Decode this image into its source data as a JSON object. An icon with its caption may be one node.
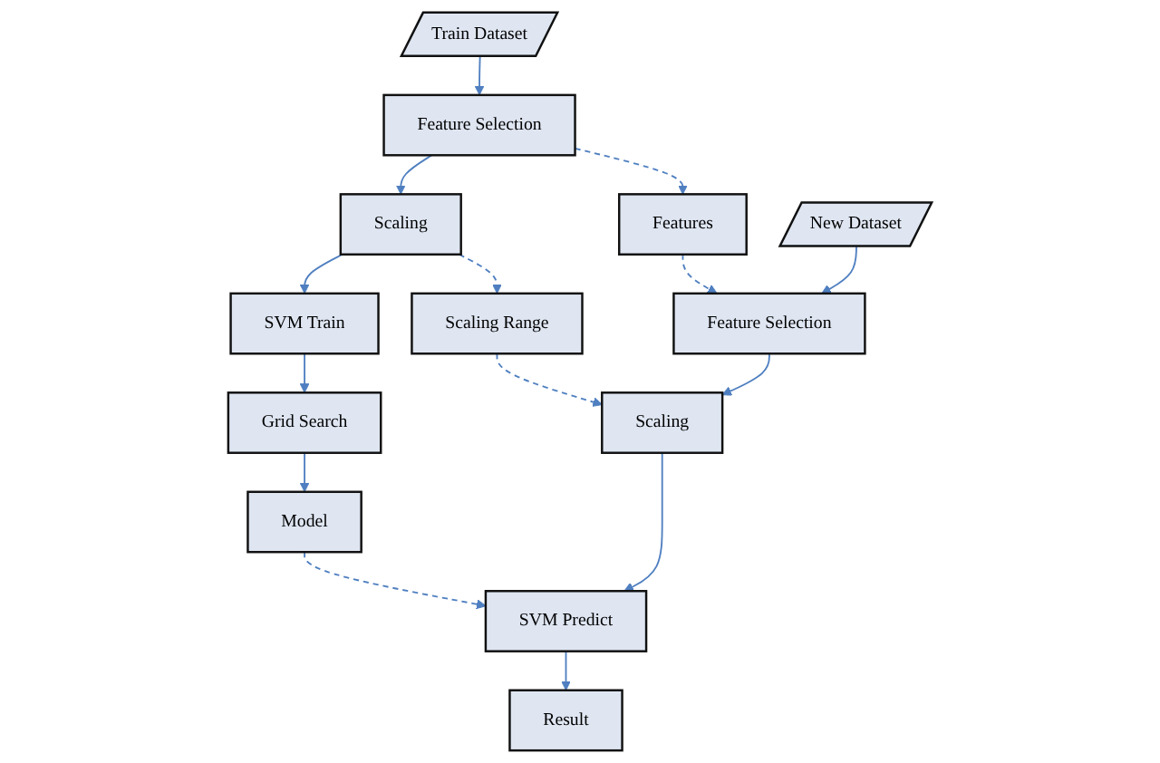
{
  "diagram": {
    "nodes": [
      {
        "text": [
          "Train Dataset"
        ]
      },
      {
        "text": [
          "Feature Selection"
        ]
      },
      {
        "text": [
          "Scaling"
        ]
      },
      {
        "text": [
          "SVM Train"
        ]
      },
      {
        "text": [
          "Features"
        ]
      },
      {
        "text": [
          "Scaling Range"
        ]
      },
      {
        "text": [
          "Grid Search"
        ]
      },
      {
        "text": [
          "Model"
        ]
      },
      {
        "text": [
          "New Dataset"
        ]
      },
      {
        "text": [
          "Feature Selection"
        ]
      },
      {
        "text": [
          "Scaling"
        ]
      },
      {
        "text": [
          "SVM Predict"
        ]
      },
      {
        "text": [
          "Result"
        ]
      }
    ],
    "edges": [
      {
        "from": 0,
        "to": 1,
        "arrow": "to"
      },
      {
        "from": 1,
        "to": 2,
        "arrow": "to"
      },
      {
        "from": 2,
        "to": 3,
        "arrow": "to"
      },
      {
        "from": 1,
        "to": 4,
        "arrow": "to",
        "style": "dashed"
      },
      {
        "from": 4,
        "to": 9,
        "arrow": "to",
        "style": "dashed"
      },
      {
        "from": 2,
        "to": 5,
        "arrow": "to",
        "style": "dashed"
      },
      {
        "from": 5,
        "to": 10,
        "arrow": "to",
        "style": "dashed"
      },
      {
        "from": 3,
        "to": 6,
        "arrow": "to"
      },
      {
        "from": 6,
        "to": 7,
        "arrow": "to"
      },
      {
        "from": 7,
        "to": 11,
        "arrow": "to",
        "style": "dashed"
      },
      {
        "from": 8,
        "to": 9,
        "arrow": "to"
      },
      {
        "from": 9,
        "to": 10,
        "arrow": "to"
      },
      {
        "from": 10,
        "to": 11,
        "arrow": "to"
      },
      {
        "from": 11,
        "to": 12,
        "arrow": "to"
      }
    ]
  }
}
